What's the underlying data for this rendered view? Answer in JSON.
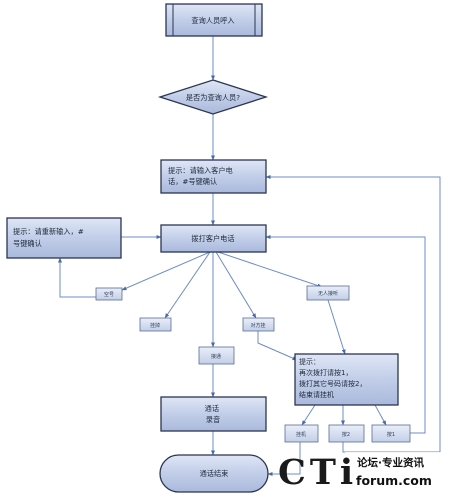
{
  "nodes": {
    "start": "查询人员呼入",
    "decision": "是否为查询人员?",
    "prompt_account": [
      "提示：请输入客户电",
      "话，#号键确认"
    ],
    "prompt_reenter": [
      "提示：请重新输入，#",
      "号键确认"
    ],
    "dial_customer": "拨打客户电话",
    "busy": "空号",
    "hung_up": "挂掉",
    "no_answer": "无人接听",
    "other_party": "对方挂",
    "connected": "接通",
    "prompt_options": [
      "提示：",
      "再次拨打请按1，",
      "拨打其它号码请按2，",
      "结束请挂机"
    ],
    "recording": [
      "通话",
      "录音"
    ],
    "hangup": "挂机",
    "key2": "按2",
    "key1": "按1",
    "end": "通话结束"
  },
  "watermark": {
    "brand": "CTi",
    "slogan": "论坛·专业资讯",
    "url": "forum.com"
  }
}
